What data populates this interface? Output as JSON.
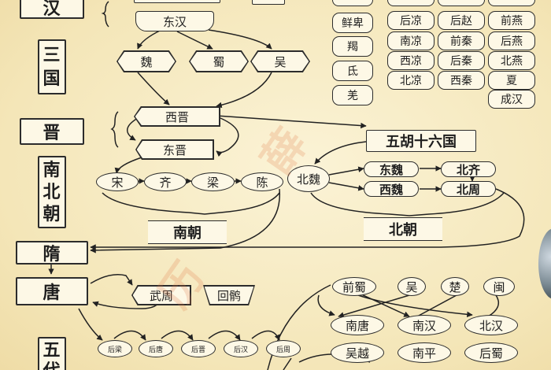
{
  "eras": {
    "han": "汉",
    "sanguo": "三国",
    "jin": "晋",
    "nbc": "南北朝",
    "sui": "隋",
    "tang": "唐",
    "wudai": "五代"
  },
  "han": {
    "donghan": "东汉"
  },
  "sanguo": {
    "wei": "魏",
    "shu": "蜀",
    "wu": "吴"
  },
  "jin": {
    "xijin": "西晋",
    "dongjin": "东晋"
  },
  "nanchao": {
    "song": "宋",
    "qi": "齐",
    "liang": "梁",
    "chen": "陈",
    "label": "南朝"
  },
  "beichao": {
    "beiwei": "北魏",
    "dongwei": "东魏",
    "xiwei": "西魏",
    "beiqi": "北齐",
    "beizhou": "北周",
    "label": "北朝"
  },
  "wuhu_label": "五胡十六国",
  "tribes": [
    "鲜卑",
    "羯",
    "氐",
    "羌"
  ],
  "kingdoms": [
    [
      "后凉",
      "后赵",
      "前燕"
    ],
    [
      "南凉",
      "前秦",
      "后燕"
    ],
    [
      "西凉",
      "后秦",
      "北燕"
    ],
    [
      "北凉",
      "西秦",
      "夏"
    ]
  ],
  "chenghan": "成汉",
  "tang": {
    "wuzhou": "武周",
    "huihe": "回鹘"
  },
  "wudai": [
    "后梁",
    "后唐",
    "后晋",
    "后汉",
    "后周"
  ],
  "shiguo_top": [
    "前蜀",
    "吴",
    "楚",
    "闽"
  ],
  "shiguo_mid": [
    "南唐",
    "南汉",
    "北汉"
  ],
  "shiguo_bot": [
    "吴越",
    "南平",
    "后蜀"
  ],
  "watermark": [
    "薛",
    "历"
  ]
}
